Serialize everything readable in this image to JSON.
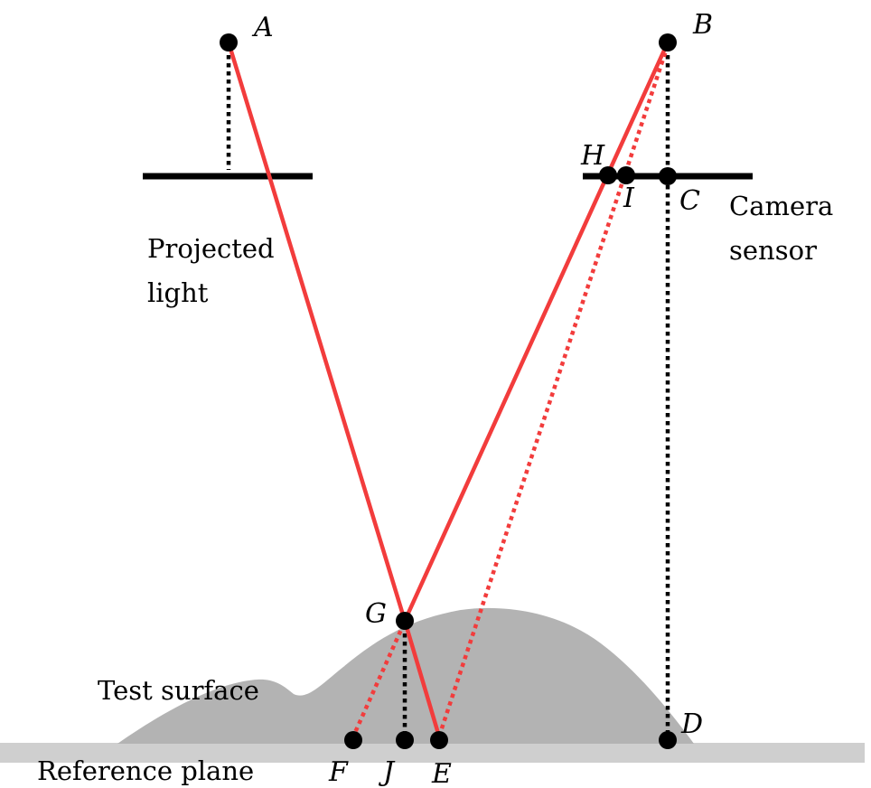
{
  "points": {
    "A": "A",
    "B": "B",
    "C": "C",
    "D": "D",
    "E": "E",
    "F": "F",
    "G": "G",
    "H": "H",
    "I": "I",
    "J": "J"
  },
  "labels": {
    "projected_line1": "Projected",
    "projected_line2": "light",
    "camera_line1": "Camera",
    "camera_line2": "sensor",
    "test_surface": "Test surface",
    "reference_plane": "Reference plane"
  },
  "colors": {
    "ray": "#f23c3c",
    "surface": "#b3b3b3",
    "reference_plane": "#cfcfcf",
    "ink": "#000000"
  }
}
